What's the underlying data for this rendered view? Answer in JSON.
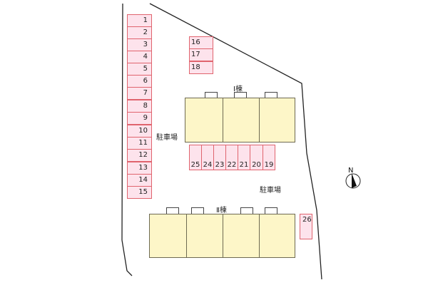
{
  "map": {
    "buildings": [
      {
        "id": "building-1",
        "label": "Ⅰ棟",
        "units": 3
      },
      {
        "id": "building-2",
        "label": "Ⅱ棟",
        "units": 4
      }
    ],
    "parking_labels": [
      "駐車場",
      "駐車場"
    ],
    "compass": {
      "letter": "N"
    },
    "stalls": {
      "left_column": [
        "1",
        "2",
        "3",
        "4",
        "5",
        "6",
        "7",
        "8",
        "9",
        "10",
        "11",
        "12",
        "13",
        "14",
        "15"
      ],
      "upper_group": [
        "16",
        "17",
        "18"
      ],
      "row_under_building_1": [
        "25",
        "24",
        "23",
        "22",
        "21",
        "20",
        "19"
      ],
      "single": "26"
    },
    "colors": {
      "stall_fill": "#fde3ec",
      "stall_border": "#e0646e",
      "building_fill": "#fdf6c8",
      "building_border": "#6e6a52"
    }
  }
}
